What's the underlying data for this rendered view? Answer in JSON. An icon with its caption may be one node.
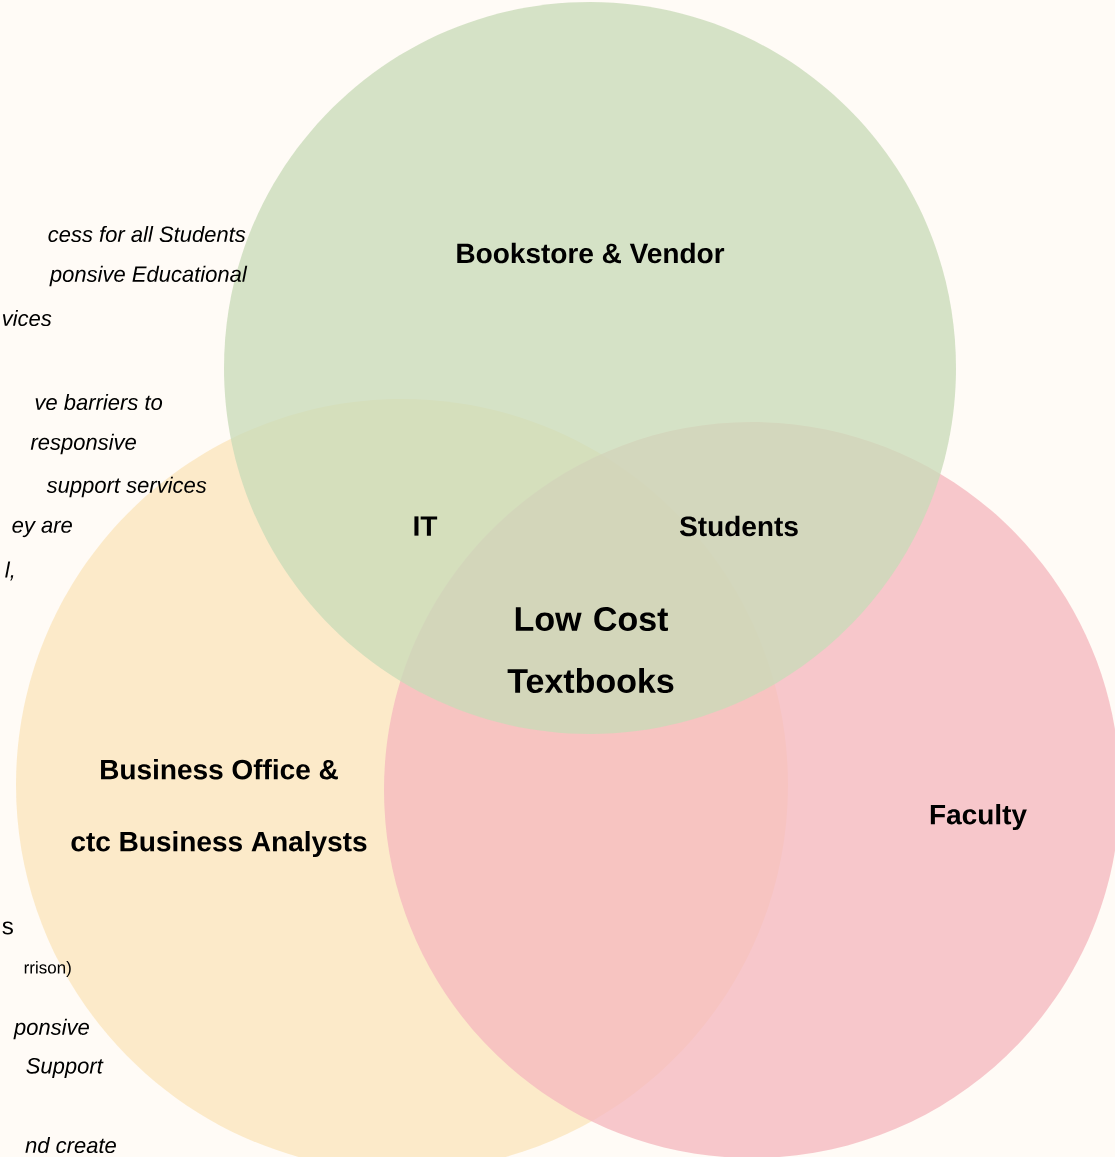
{
  "diagram": {
    "nodes": [
      {
        "text": [
          "Bookstore & Vendor"
        ]
      },
      {
        "text": [
          "Business Office & ctc Business Analysts"
        ]
      },
      {
        "text": [
          "Faculty"
        ]
      }
    ],
    "labels": [
      "cess for all Students",
      "ponsive Educational",
      "vices",
      "ve barriers to",
      "responsive",
      "support services",
      "ey are",
      "l,",
      "IT",
      "Students",
      "Low Cost Textbooks",
      "s",
      "rrison)",
      "ponsive",
      "Support",
      "nd create"
    ]
  }
}
